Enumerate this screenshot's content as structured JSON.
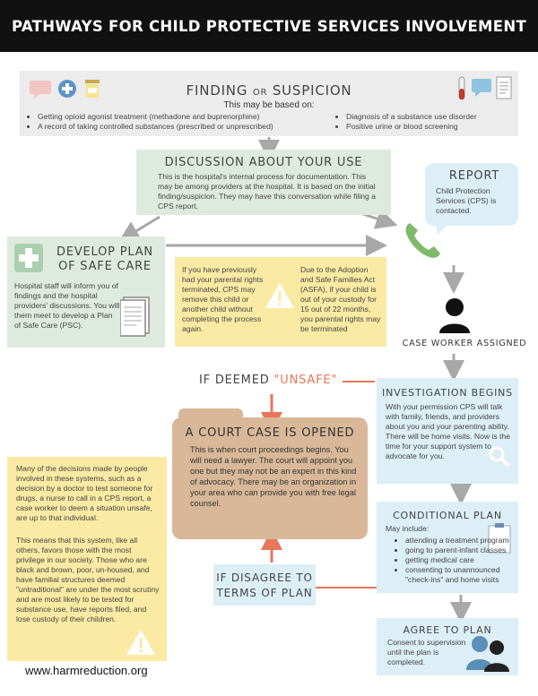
{
  "title": "PATHWAYS FOR CHILD PROTECTIVE SERVICES INVOLVEMENT",
  "finding": {
    "heading_a": "FINDING",
    "heading_or": "OR",
    "heading_b": "SUSPICION",
    "subheading": "This may be based on:",
    "left_items": [
      "Getting opioid agonist treatment (methadone and buprenorphine)",
      "A record of taking controlled substances (prescribed or unprescribed)"
    ],
    "right_items": [
      "Diagnosis of a substance use disorder",
      "Positive urine or blood screening"
    ]
  },
  "discussion": {
    "heading": "DISCUSSION ABOUT YOUR USE",
    "text": "This is the hospital's internal process for documentation. This may be among providers at the hospital. It is based on the initial finding/suspicion. They may have this conversation while filing a CPS report."
  },
  "report": {
    "heading": "REPORT",
    "text": "Child Protection Services (CPS) is contacted."
  },
  "safe_care": {
    "heading": "DEVELOP PLAN OF SAFE CARE",
    "text": "Hospital staff will inform you of findings and the hospital providers' discussions. You will them meet to develop a Plan of Safe Care (PSC)."
  },
  "warning": {
    "left_text": "If you have previously had your parental rights terminated, CPS may remove this child or another child without completing the process again.",
    "right_text": "Due to the Adoption and Safe Families Act (ASFA), if your child is out of your custody for 15 out of 22 months, you parental rights may be terminated"
  },
  "case_worker": "CASE WORKER ASSIGNED",
  "unsafe": {
    "prefix": "IF DEEMED",
    "word": "\"UNSAFE\""
  },
  "investigation": {
    "heading": "INVESTIGATION BEGINS",
    "text": "With your permission CPS will talk with family, friends, and providers about you and your parenting ability. There will be home visits.  Now is the time for your support system to advocate for you."
  },
  "court": {
    "heading": "A COURT CASE IS OPENED",
    "text": "This is when court proceedings begins. You will need a lawyer. The court will appoint you one but they may not be an expert in this kind of advocacy. There may be an organization in your area who can provide you with free legal counsel."
  },
  "sidebar": {
    "para1": "Many of the decisions made by people involved in these systems, such as a decision by a doctor to test someone for drugs, a nurse to call in a CPS report, a case worker to deem a situation unsafe, are up to that individual.",
    "para2": "This means that this system, like all others, favors those with the most privilege in our society.  Those who are black and brown, poor, un-housed, and have familial structures deemed \"untraditional\" are under the most scrutiny and are most likely to be tested for substance use, have reports filed, and lose custody of their children."
  },
  "conditional": {
    "heading": "CONDITIONAL PLAN",
    "intro": "May include:",
    "items": [
      "attending a treatment program",
      "going to parent-infant classes",
      "getting medical care",
      "consenting to unannounced \"check-ins\" and home visits"
    ]
  },
  "disagree": {
    "line1": "IF DISAGREE TO",
    "line2": "TERMS OF PLAN"
  },
  "agree": {
    "heading": "AGREE TO PLAN",
    "text": "Consent to supervision until the plan is completed."
  },
  "footer": "www.harmreduction.org",
  "colors": {
    "accent_orange": "#e8765a",
    "arrow_gray": "#a8a8a8",
    "phone_green": "#7fb96a"
  }
}
